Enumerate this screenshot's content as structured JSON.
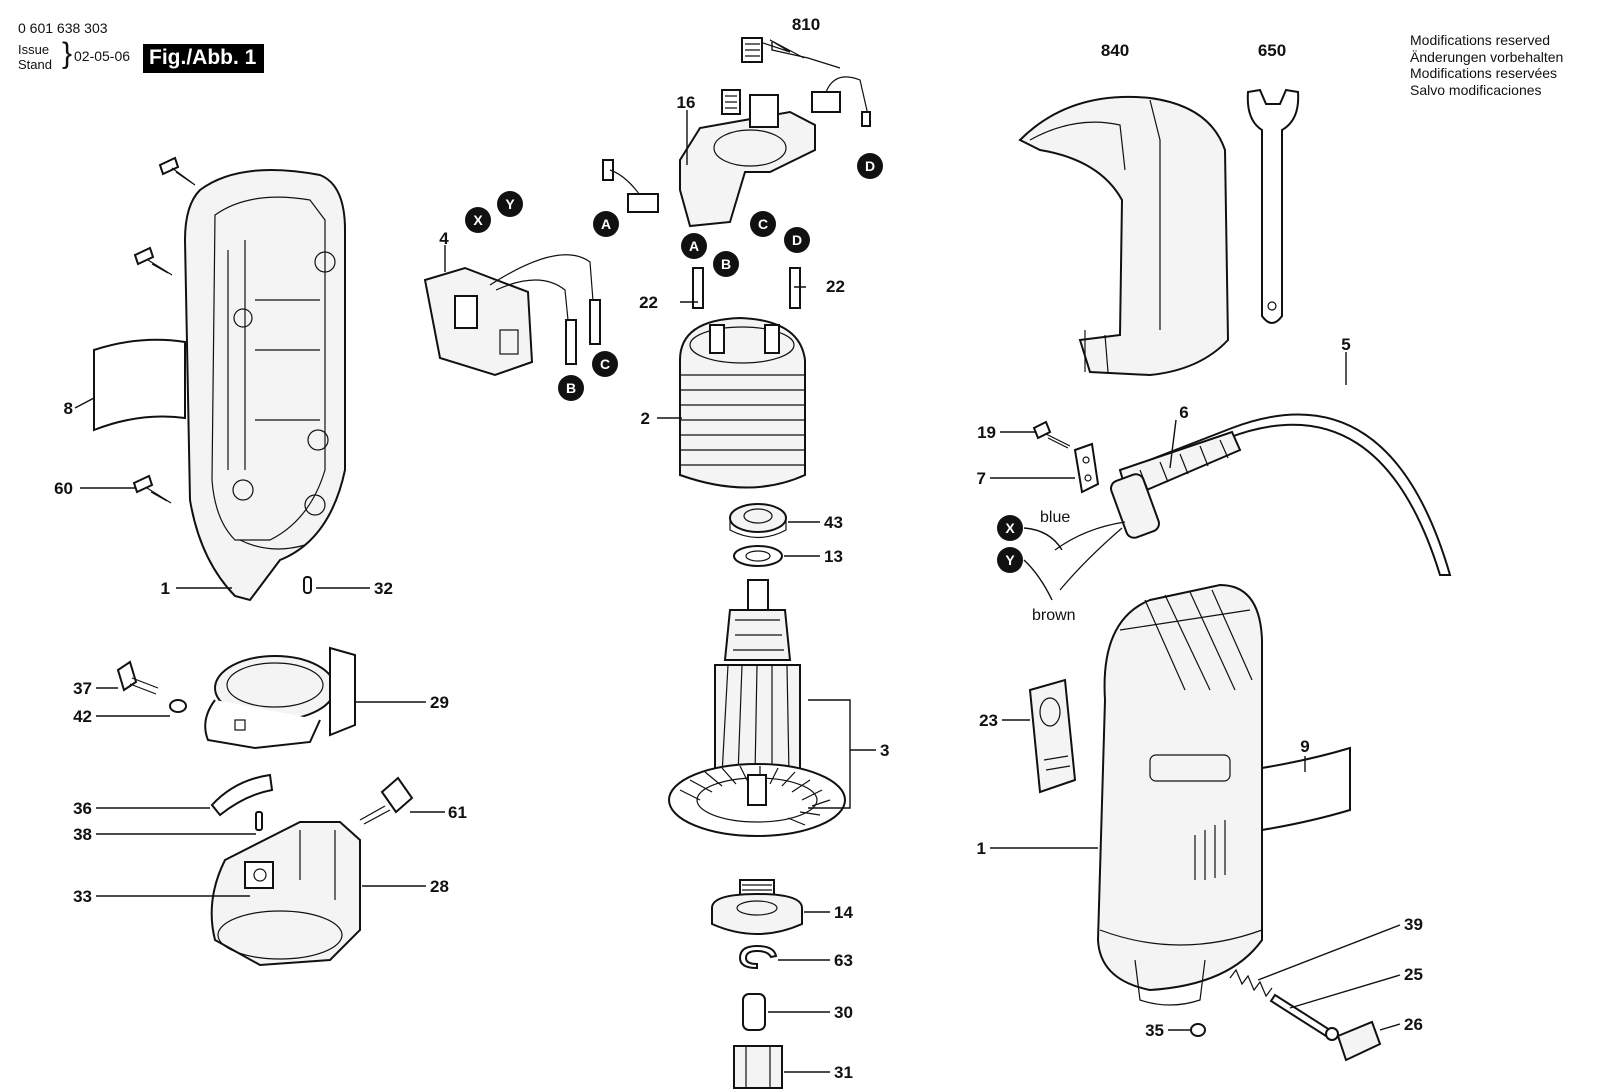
{
  "header": {
    "part_number": "0 601 638 303",
    "issue_label": "Issue",
    "stand_label": "Stand",
    "issue_date": "02-05-06",
    "figure_label": "Fig./Abb. 1"
  },
  "modifications": [
    "Modifications reserved",
    "Änderungen vorbehalten",
    "Modifications reservées",
    "Salvo modificaciones"
  ],
  "callouts": {
    "n810": "810",
    "n840": "840",
    "n650": "650",
    "n16": "16",
    "n4": "4",
    "n22a": "22",
    "n22b": "22",
    "n2": "2",
    "n8": "8",
    "n60": "60",
    "n1a": "1",
    "n32": "32",
    "n43": "43",
    "n13": "13",
    "n5": "5",
    "n19": "19",
    "n6": "6",
    "n7": "7",
    "n37": "37",
    "n42": "42",
    "n29": "29",
    "n3": "3",
    "n23": "23",
    "n9": "9",
    "n36": "36",
    "n38": "38",
    "n61": "61",
    "n33": "33",
    "n28": "28",
    "n1b": "1",
    "n14": "14",
    "n39": "39",
    "n63": "63",
    "n25": "25",
    "n30": "30",
    "n35": "35",
    "n26": "26",
    "n31": "31"
  },
  "connectors": {
    "X1": "X",
    "Y1": "Y",
    "A1": "A",
    "B1": "B",
    "C1": "C",
    "D1": "D",
    "A2": "A",
    "B2": "B",
    "C2": "C",
    "D2": "D",
    "X2": "X",
    "Y2": "Y"
  },
  "wire_labels": {
    "blue": "blue",
    "brown": "brown"
  }
}
